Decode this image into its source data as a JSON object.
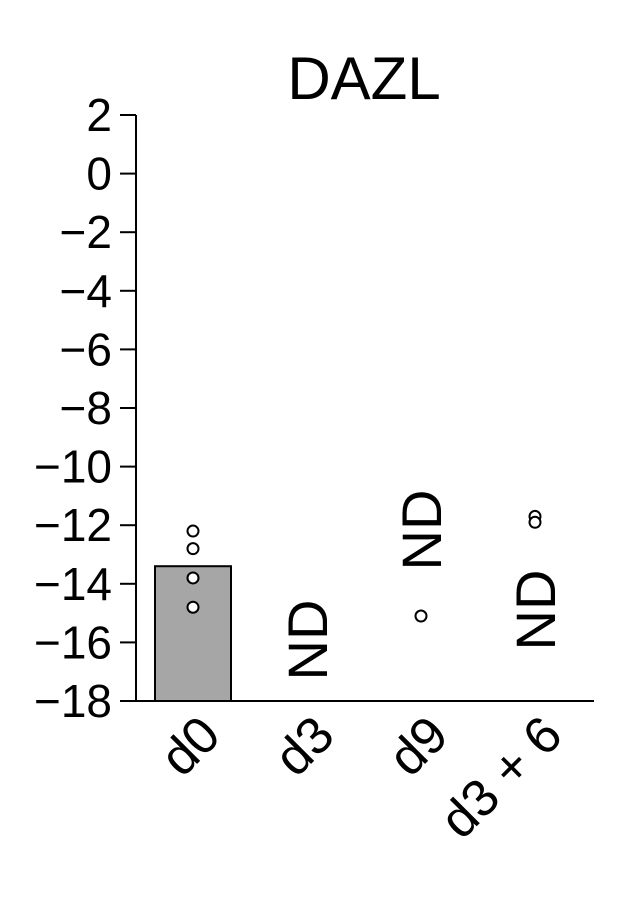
{
  "chart_data": {
    "type": "bar",
    "title": "DAZL",
    "xlabel": "",
    "ylabel": "",
    "ylim": [
      -18,
      2
    ],
    "yticks": [
      2,
      0,
      -2,
      -4,
      -6,
      -8,
      -10,
      -12,
      -14,
      -16,
      -18
    ],
    "ytick_labels": [
      "2",
      "0",
      "−2",
      "−4",
      "−6",
      "−8",
      "−10",
      "−12",
      "−14",
      "−16",
      "−18"
    ],
    "categories": [
      "d0",
      "d3",
      "d9",
      "d3 + 6"
    ],
    "values": [
      -13.4,
      null,
      null,
      null
    ],
    "bar_color": "#a6a6a6",
    "points": [
      {
        "category": "d0",
        "values": [
          -12.2,
          -12.8,
          -13.8,
          -14.8
        ]
      },
      {
        "category": "d3",
        "values": []
      },
      {
        "category": "d9",
        "values": [
          -15.1
        ]
      },
      {
        "category": "d3 + 6",
        "values": [
          -11.7,
          -11.9
        ]
      }
    ],
    "annotations": [
      {
        "category": "d3",
        "text": "ND"
      },
      {
        "category": "d9",
        "text": "ND"
      },
      {
        "category": "d3 + 6",
        "text": "ND"
      }
    ]
  }
}
